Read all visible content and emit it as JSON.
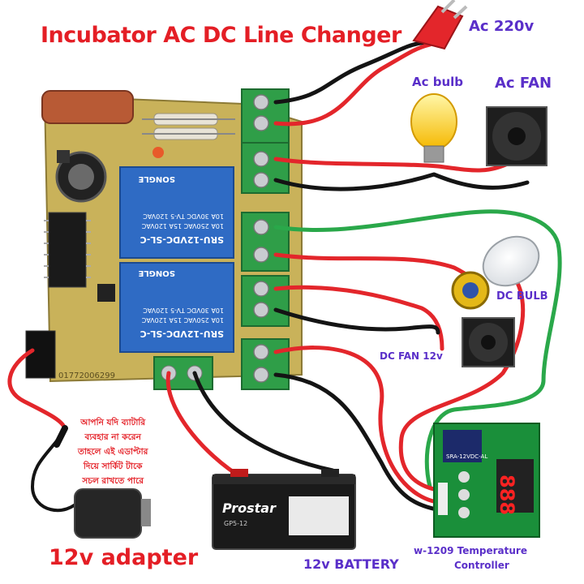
{
  "diagram": {
    "title": "Incubator AC DC Line Changer",
    "labels": {
      "ac_220v": "Ac 220v",
      "ac_bulb": "Ac bulb",
      "ac_fan": "Ac FAN",
      "dc_bulb": "DC BULB",
      "dc_fan": "DC FAN 12v",
      "adapter": "12v adapter",
      "battery": "12v BATTERY",
      "controller_line1": "w-1209 Temperature",
      "controller_line2": "Controller"
    },
    "bengali_note": [
      "আপনি যদি ব্যাটারি",
      "ব্যবহার না করেন",
      "তাহলে এই এডাপ্টার",
      "দিয়ে সার্কিট টাকে",
      "সচল রাখতে পারে"
    ],
    "relay_text": {
      "model": "SRU-12VDC-SL-C",
      "rating1": "10A 250VAC 15A 120VAC",
      "rating2": "10A 30VDC TV-5 120VAC",
      "brand": "SONGLE"
    },
    "pcb_text": "01772006299",
    "battery_text": {
      "brand": "Prostar",
      "model": "GP5-12"
    },
    "controller_text": {
      "model": "SRA-12VDC-AL",
      "display": "888"
    },
    "colors": {
      "title_red": "#e41e25",
      "label_purple": "#5a2fc9",
      "wire_red": "#e3262b",
      "wire_black": "#141414",
      "wire_green": "#2aa84a",
      "pcb": "#c9b25a",
      "relay": "#2f6bc4",
      "terminal": "#2f9e48"
    }
  }
}
